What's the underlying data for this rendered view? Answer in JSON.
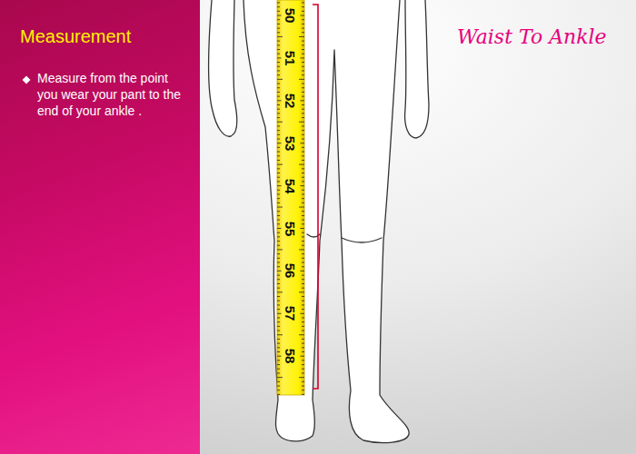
{
  "diagram": {
    "nodes": [
      {
        "text": [
          "Measurement",
          "Measure from the point you wear your pant to the end of your ankle ."
        ]
      }
    ],
    "labels": [
      "Waist To Ankle",
      "50",
      "51",
      "52",
      "53",
      "54",
      "55",
      "56",
      "57",
      "58"
    ]
  }
}
